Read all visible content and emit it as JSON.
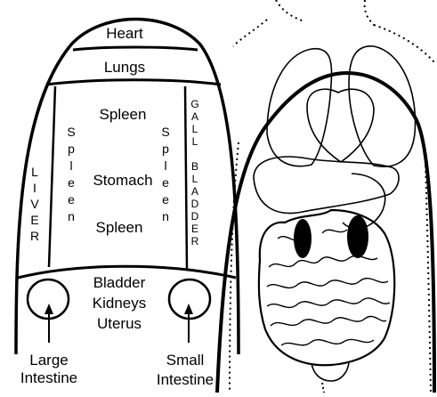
{
  "left_diagram": {
    "top_section": "Heart",
    "second_section": "Lungs",
    "center_upper": "Spleen",
    "center_middle": "Stomach",
    "center_lower": "Spleen",
    "left_vertical_outer": "LIVER",
    "left_vertical_inner": "Spleen",
    "right_vertical_inner": "Spleen",
    "right_vertical_outer": "GALL BLADDER",
    "bottom_line_1": "Bladder",
    "bottom_line_2": "Kidneys",
    "bottom_line_3": "Uterus",
    "left_circle_line_1": "Large",
    "left_circle_line_2": "Intestine",
    "right_circle_line_1": "Small",
    "right_circle_line_2": "Intestine"
  },
  "right_diagram": {
    "subject": "torso-organ-illustration"
  }
}
